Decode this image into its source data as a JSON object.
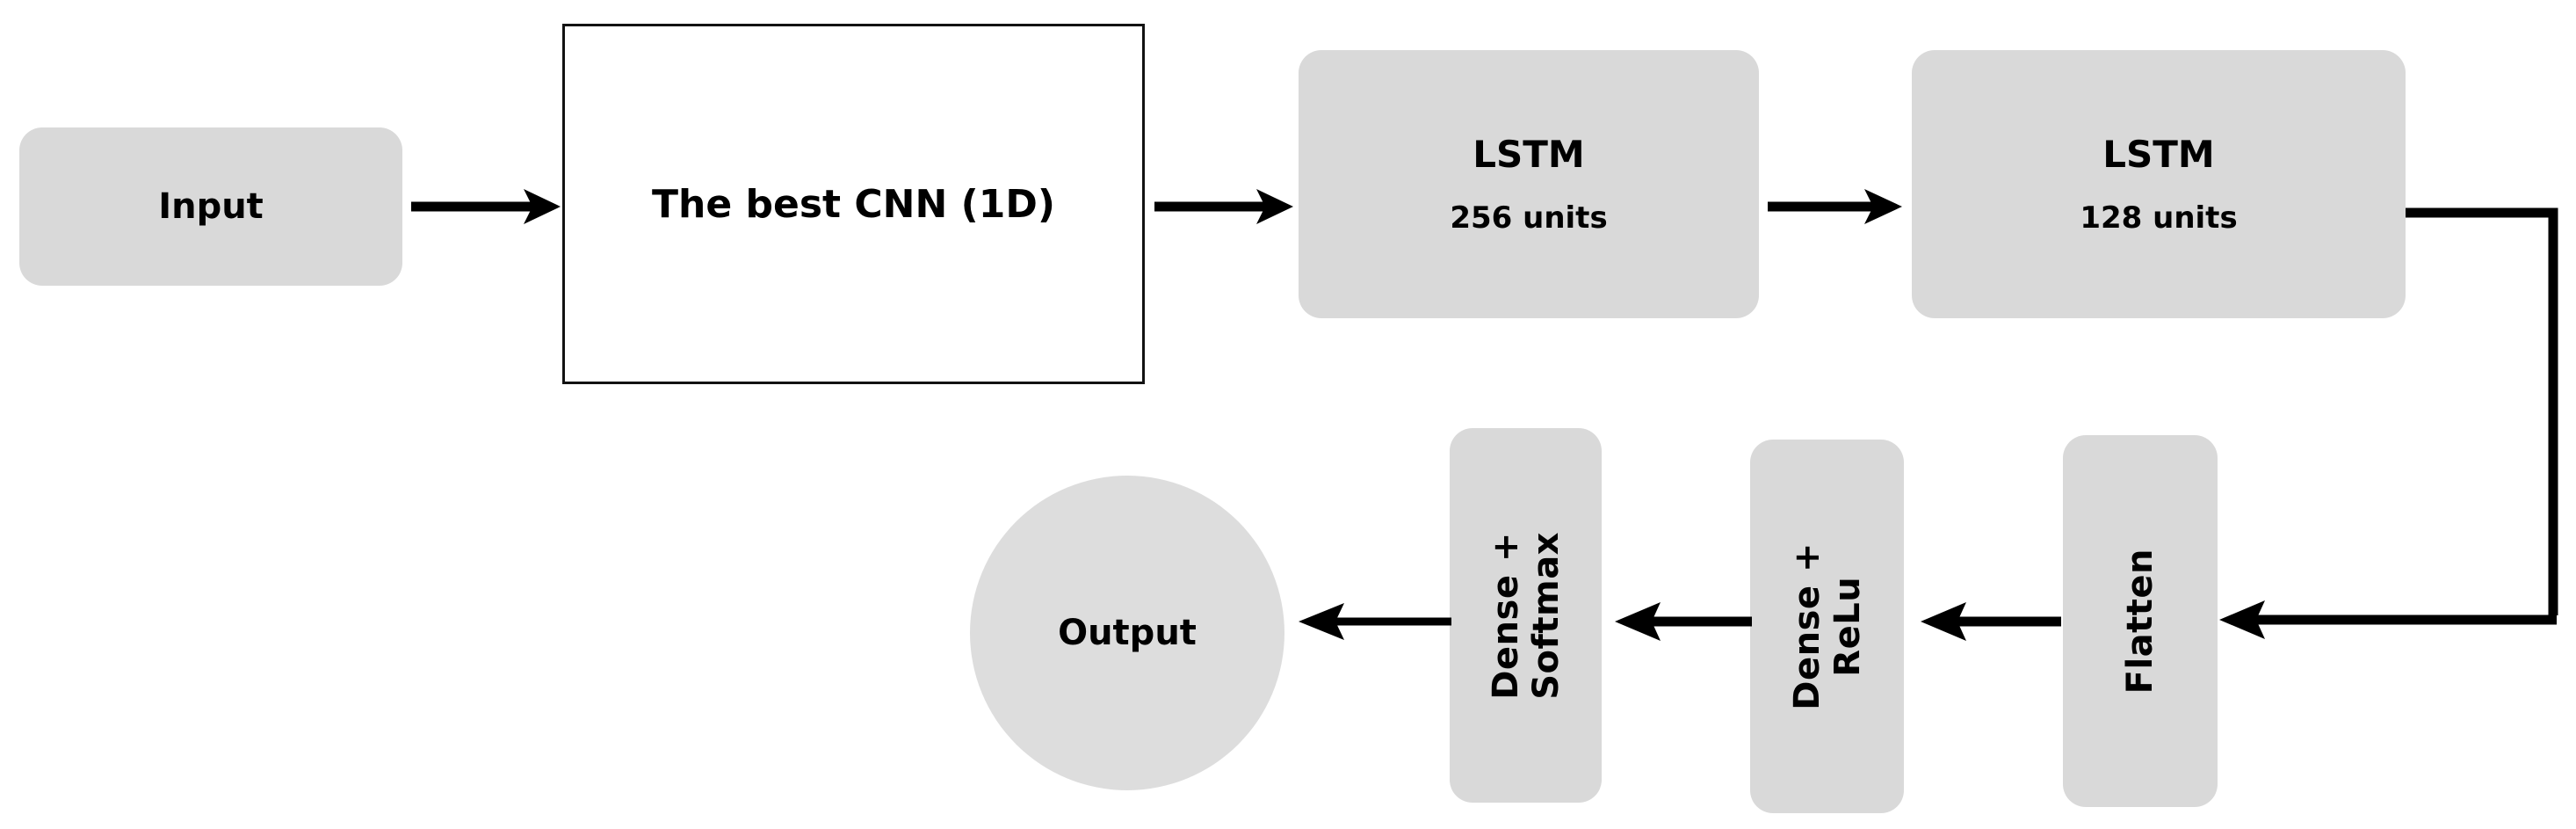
{
  "diagram": {
    "title": "CNN-LSTM hybrid network architecture flowchart",
    "colors": {
      "node_fill": "#d9d9d9",
      "circle_fill": "#dddddd",
      "outline": "#121212",
      "arrow": "#000000",
      "background": "#ffffff",
      "text": "#000000"
    },
    "nodes": [
      {
        "id": "input",
        "label": "Input",
        "sublabel": "",
        "shape": "rounded-rect",
        "orientation": "horizontal",
        "filled": true
      },
      {
        "id": "cnn",
        "label": "The best CNN (1D)",
        "sublabel": "",
        "shape": "rect-outline",
        "orientation": "horizontal",
        "filled": false
      },
      {
        "id": "lstm256",
        "label": "LSTM",
        "sublabel": "256 units",
        "shape": "rounded-rect",
        "orientation": "horizontal",
        "filled": true
      },
      {
        "id": "lstm128",
        "label": "LSTM",
        "sublabel": "128 units",
        "shape": "rounded-rect",
        "orientation": "horizontal",
        "filled": true
      },
      {
        "id": "flatten",
        "label": "Flatten",
        "sublabel": "",
        "shape": "rounded-rect",
        "orientation": "vertical",
        "filled": true
      },
      {
        "id": "dense_relu",
        "label": "Dense +\nReLu",
        "sublabel": "",
        "shape": "rounded-rect",
        "orientation": "vertical",
        "filled": true
      },
      {
        "id": "dense_softmax",
        "label": "Dense +\nSoftmax",
        "sublabel": "",
        "shape": "rounded-rect",
        "orientation": "vertical",
        "filled": true
      },
      {
        "id": "output",
        "label": "Output",
        "sublabel": "",
        "shape": "circle",
        "orientation": "horizontal",
        "filled": true
      }
    ],
    "edges": [
      {
        "id": "e1",
        "from": "input",
        "to": "cnn",
        "direction": "right"
      },
      {
        "id": "e2",
        "from": "cnn",
        "to": "lstm256",
        "direction": "right"
      },
      {
        "id": "e3",
        "from": "lstm256",
        "to": "lstm128",
        "direction": "right"
      },
      {
        "id": "e4",
        "from": "lstm128",
        "to": "flatten",
        "direction": "elbow-down-left"
      },
      {
        "id": "e5",
        "from": "flatten",
        "to": "dense_relu",
        "direction": "left"
      },
      {
        "id": "e6",
        "from": "dense_relu",
        "to": "dense_softmax",
        "direction": "left"
      },
      {
        "id": "e7",
        "from": "dense_softmax",
        "to": "output",
        "direction": "left"
      }
    ]
  }
}
